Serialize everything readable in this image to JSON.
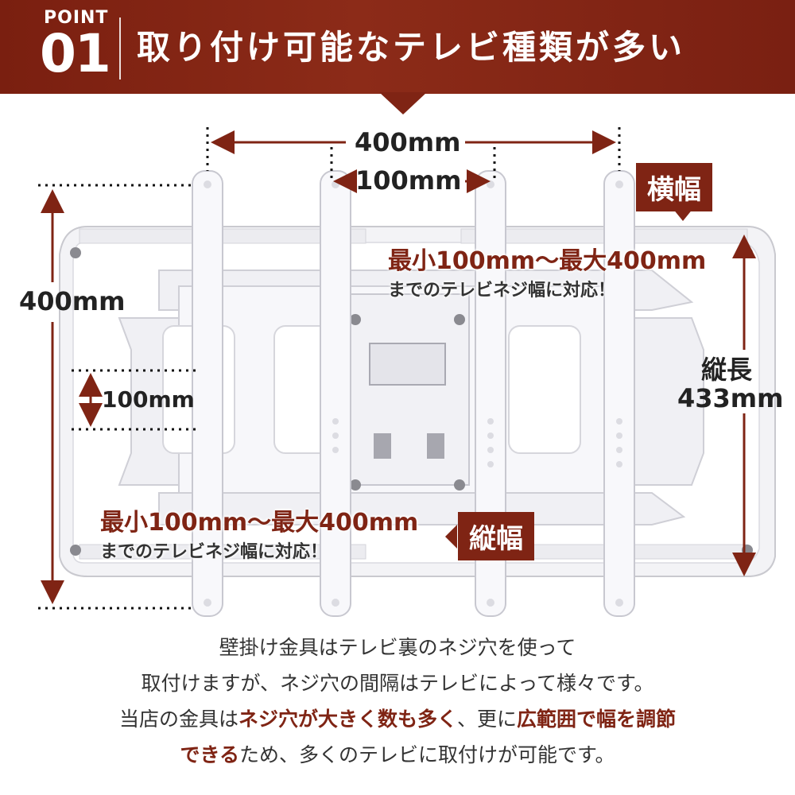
{
  "header": {
    "point_label": "POINT",
    "point_number": "01",
    "title": "取り付け可能なテレビ種類が多い"
  },
  "dimensions": {
    "width_max": "400mm",
    "width_min": "100mm",
    "height_max": "400mm",
    "height_min": "100mm",
    "vertical_length_label": "縦長",
    "vertical_length_value": "433mm"
  },
  "tags": {
    "horizontal": "横幅",
    "vertical": "縦幅"
  },
  "notes": {
    "horizontal_line1": "最小100mm〜最大400mm",
    "horizontal_line2": "までのテレビネジ幅に対応！",
    "vertical_line1": "最小100mm〜最大400mm",
    "vertical_line2": "までのテレビネジ幅に対応！"
  },
  "description": {
    "line1": "壁掛け金具はテレビ裏のネジ穴を使って",
    "line2": "取付けますが、ネジ穴の間隔はテレビによって様々です。",
    "line3_a": "当店の金具は",
    "line3_b": "ネジ穴が大きく数も多く",
    "line3_c": "、更に",
    "line3_d": "広範囲で幅を調節",
    "line4_a": "できる",
    "line4_b": "ため、多くのテレビに取付けが可能です。"
  },
  "colors": {
    "accent": "#7f2414",
    "bracket": "#f4f4f6",
    "bracket_edge": "#c9c9cf"
  }
}
